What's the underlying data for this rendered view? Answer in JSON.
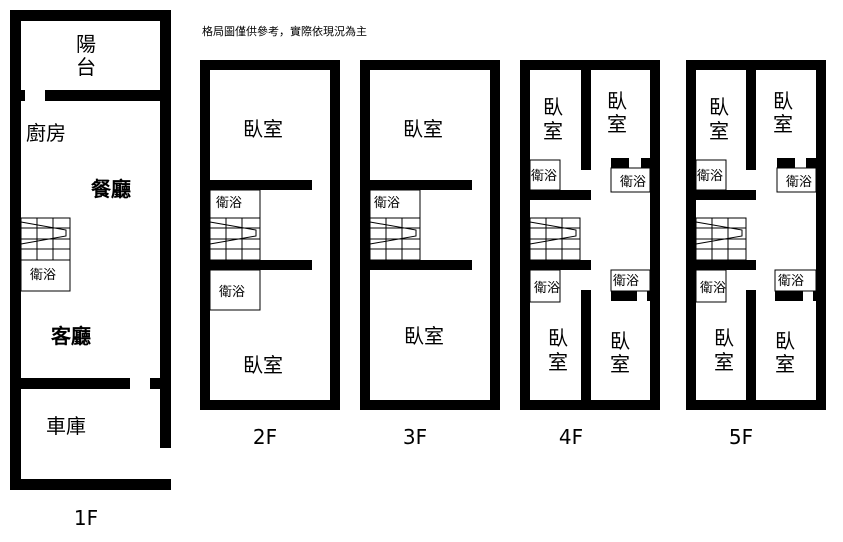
{
  "note": "格局圖僅供參考，實際依現況為主",
  "colors": {
    "wall": "#000000",
    "background": "#ffffff",
    "text": "#000000"
  },
  "floors": {
    "f1": {
      "label": "1F",
      "balcony_line1": "陽",
      "balcony_line2": "台",
      "kitchen": "廚房",
      "dining": "餐廳",
      "bath": "衛浴",
      "living": "客廳",
      "garage": "車庫"
    },
    "f2": {
      "label": "2F",
      "bedroom_top": "臥室",
      "bath_top": "衛浴",
      "bath_bottom": "衛浴",
      "bedroom_bottom": "臥室"
    },
    "f3": {
      "label": "3F",
      "bedroom_top": "臥室",
      "bath": "衛浴",
      "bedroom_bottom": "臥室"
    },
    "f4": {
      "label": "4F",
      "room_char1": "臥",
      "room_char2": "室",
      "bath_a": "衛浴",
      "bath_b": "衛浴",
      "bath_c": "衛浴",
      "bath_d": "衛浴"
    },
    "f5": {
      "label": "5F",
      "room_char1": "臥",
      "room_char2": "室",
      "bath_a": "衛浴",
      "bath_b": "衛浴",
      "bath_c": "衛浴",
      "bath_d": "衛浴"
    }
  }
}
